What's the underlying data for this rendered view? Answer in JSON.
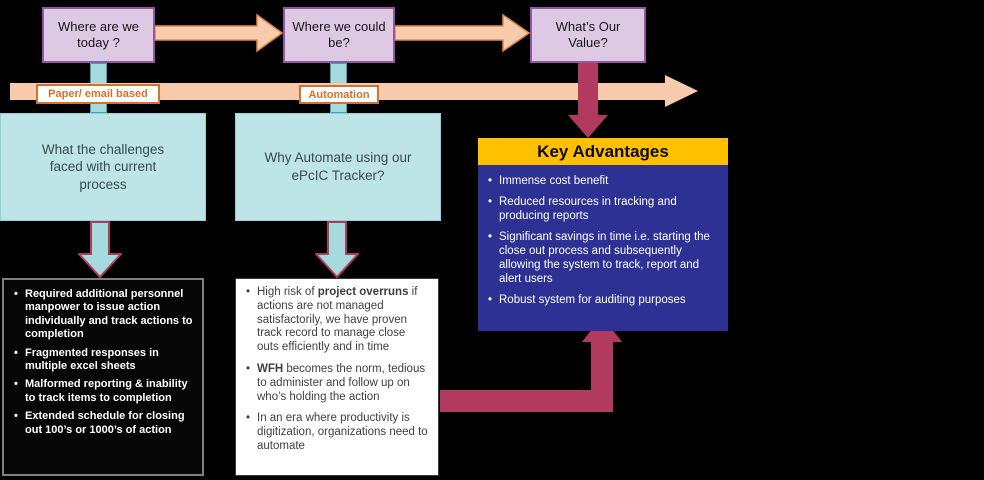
{
  "colors": {
    "background": "#000000",
    "lavender_fill": "#DEC9E5",
    "lavender_border": "#9257A4",
    "peach": "#F8CBAD",
    "orange": "#D3712E",
    "teal_fill": "#BDE4E6",
    "magenta": "#B23A60",
    "gold": "#FFC000",
    "navy": "#2D3193"
  },
  "top_flow": {
    "boxes": [
      {
        "label": "Where  are we today ?"
      },
      {
        "label": "Where we could be?"
      },
      {
        "label": "What’s Our Value?"
      }
    ]
  },
  "timeline": {
    "tags": [
      {
        "label": "Paper/ email based"
      },
      {
        "label": "Automation"
      }
    ]
  },
  "challenges": {
    "title": "What the challenges faced with current process",
    "bullets": [
      "Required additional personnel manpower to issue action individually and track actions to completion",
      "Fragmented responses in multiple excel sheets",
      "Malformed reporting & inability to track items to completion",
      "Extended schedule for closing out 100’s or 1000’s of action"
    ]
  },
  "automation": {
    "title": "Why Automate using our ePcIC Tracker?",
    "bullets": [
      {
        "pre": "High risk of ",
        "bold": "project overruns",
        "post": " if actions are not managed satisfactorily, we have proven track record to manage close outs efficiently and in time"
      },
      {
        "pre": "",
        "bold": "WFH",
        "post": " becomes the norm, tedious to administer and follow up on who’s holding the action"
      },
      {
        "pre": "",
        "bold": "",
        "post": "In an era where productivity is digitization, organizations need to automate"
      }
    ]
  },
  "advantages": {
    "title": "Key Advantages",
    "bullets": [
      "Immense cost benefit",
      "Reduced resources in tracking and producing reports",
      "Significant savings in time i.e. starting the close out process and subsequently allowing the system to track, report and alert users",
      "Robust system for auditing purposes"
    ]
  }
}
